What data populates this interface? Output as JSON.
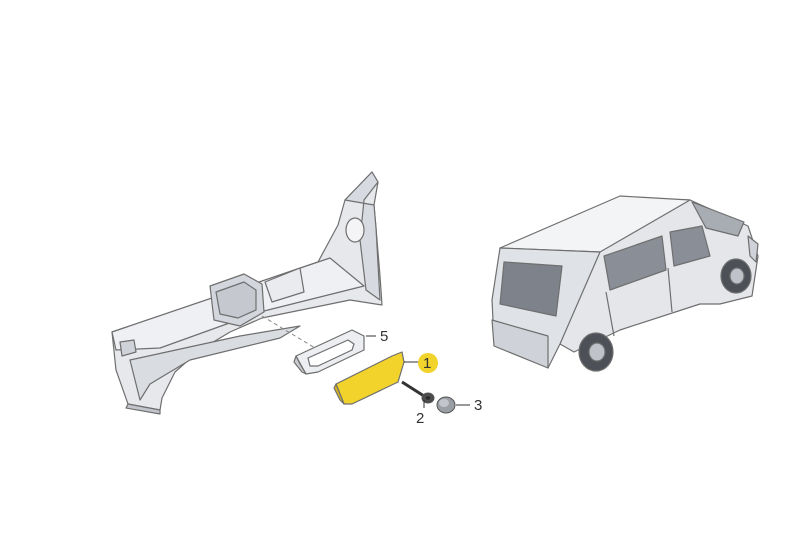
{
  "callouts": {
    "c1": "1",
    "c2": "2",
    "c3": "3",
    "c5": "5"
  },
  "colors": {
    "highlight": "#f1d32b",
    "line": "#6f6f6f",
    "panel": "#e4e6ea",
    "shadow": "#b9bcc3"
  }
}
